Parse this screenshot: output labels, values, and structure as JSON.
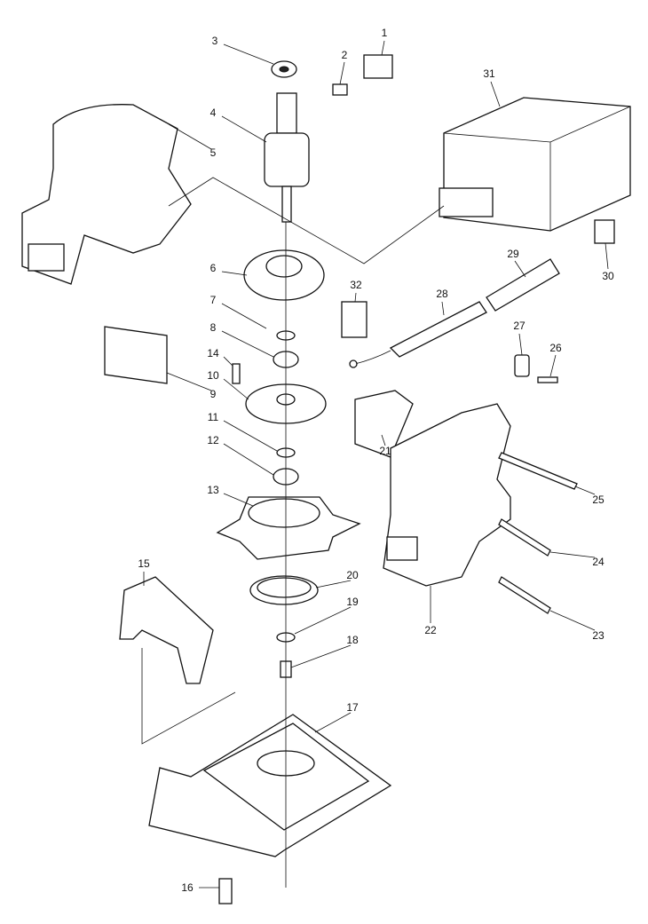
{
  "diagram": {
    "type": "exploded parts diagram",
    "part_numbers": [
      "1",
      "2",
      "3",
      "4",
      "5",
      "6",
      "7",
      "8",
      "9",
      "10",
      "11",
      "12",
      "13",
      "14",
      "15",
      "16",
      "17",
      "18",
      "19",
      "20",
      "21",
      "22",
      "23",
      "24",
      "25",
      "26",
      "27",
      "28",
      "29",
      "30",
      "31",
      "32"
    ]
  }
}
